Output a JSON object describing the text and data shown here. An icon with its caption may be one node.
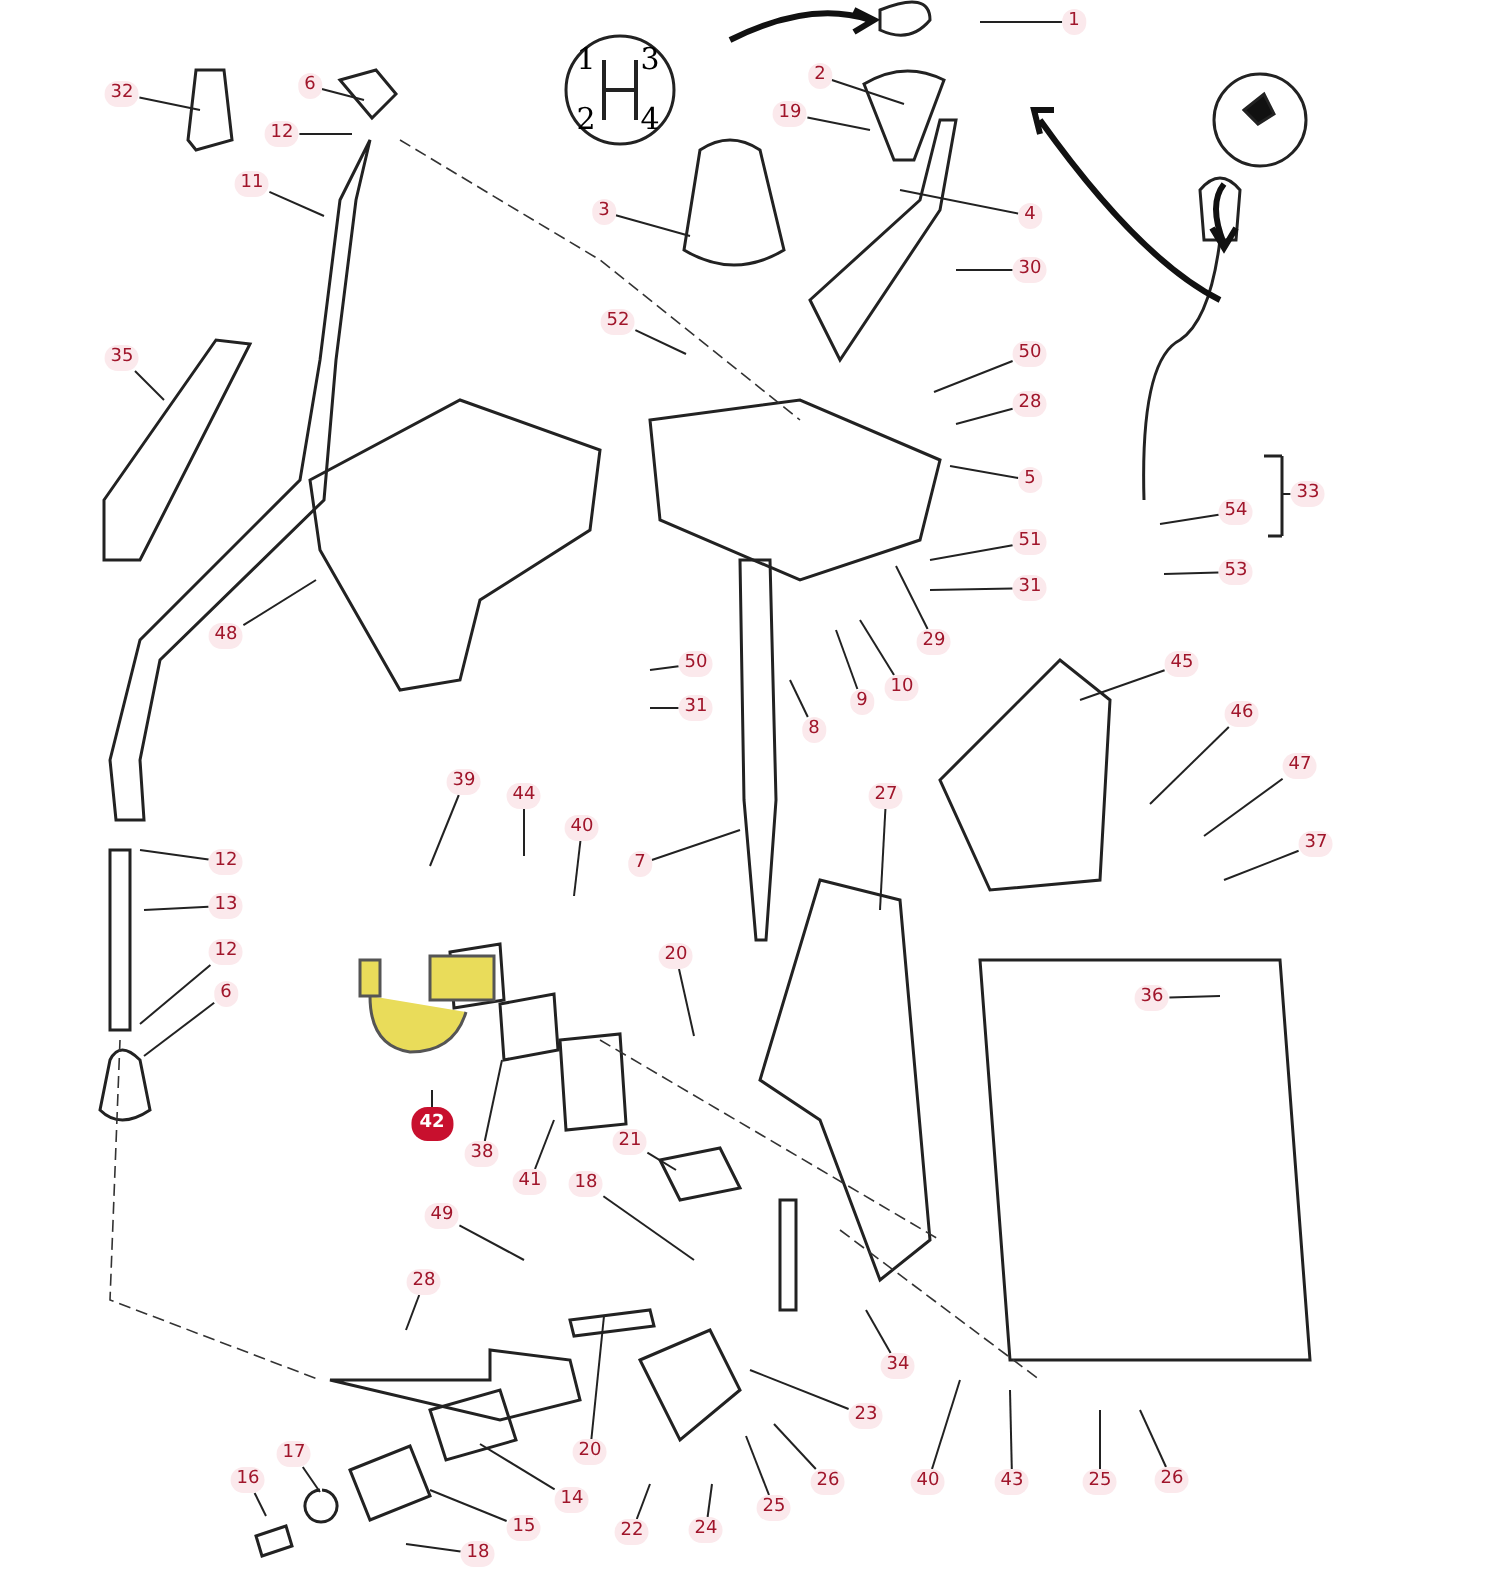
{
  "diagram": {
    "nodes": [
      {
        "text": [
          "1"
        ]
      },
      {
        "text": [
          "2"
        ]
      },
      {
        "text": [
          "19"
        ]
      },
      {
        "text": [
          "3"
        ]
      },
      {
        "text": [
          "4"
        ]
      },
      {
        "text": [
          "30"
        ]
      },
      {
        "text": [
          "52"
        ]
      },
      {
        "text": [
          "50"
        ]
      },
      {
        "text": [
          "28"
        ]
      },
      {
        "text": [
          "5"
        ]
      },
      {
        "text": [
          "51"
        ]
      },
      {
        "text": [
          "31"
        ]
      },
      {
        "text": [
          "29"
        ]
      },
      {
        "text": [
          "10"
        ]
      },
      {
        "text": [
          "9"
        ]
      },
      {
        "text": [
          "8"
        ]
      },
      {
        "text": [
          "32"
        ]
      },
      {
        "text": [
          "6"
        ]
      },
      {
        "text": [
          "12"
        ]
      },
      {
        "text": [
          "11"
        ]
      },
      {
        "text": [
          "35"
        ]
      },
      {
        "text": [
          "48"
        ]
      },
      {
        "text": [
          "50"
        ]
      },
      {
        "text": [
          "31"
        ]
      },
      {
        "text": [
          "39"
        ]
      },
      {
        "text": [
          "44"
        ]
      },
      {
        "text": [
          "40"
        ]
      },
      {
        "text": [
          "7"
        ]
      },
      {
        "text": [
          "20"
        ]
      },
      {
        "text": [
          "42"
        ]
      },
      {
        "text": [
          "38"
        ]
      },
      {
        "text": [
          "41"
        ]
      },
      {
        "text": [
          "21"
        ]
      },
      {
        "text": [
          "18"
        ]
      },
      {
        "text": [
          "49"
        ]
      },
      {
        "text": [
          "28"
        ]
      },
      {
        "text": [
          "12"
        ]
      },
      {
        "text": [
          "13"
        ]
      },
      {
        "text": [
          "12"
        ]
      },
      {
        "text": [
          "6"
        ]
      },
      {
        "text": [
          "27"
        ]
      },
      {
        "text": [
          "45"
        ]
      },
      {
        "text": [
          "46"
        ]
      },
      {
        "text": [
          "47"
        ]
      },
      {
        "text": [
          "37"
        ]
      },
      {
        "text": [
          "36"
        ]
      },
      {
        "text": [
          "34"
        ]
      },
      {
        "text": [
          "23"
        ]
      },
      {
        "text": [
          "26"
        ]
      },
      {
        "text": [
          "25"
        ]
      },
      {
        "text": [
          "40"
        ]
      },
      {
        "text": [
          "43"
        ]
      },
      {
        "text": [
          "25"
        ]
      },
      {
        "text": [
          "26"
        ]
      },
      {
        "text": [
          "14"
        ]
      },
      {
        "text": [
          "15"
        ]
      },
      {
        "text": [
          "18"
        ]
      },
      {
        "text": [
          "16"
        ]
      },
      {
        "text": [
          "17"
        ]
      },
      {
        "text": [
          "20"
        ]
      },
      {
        "text": [
          "22"
        ]
      },
      {
        "text": [
          "24"
        ]
      },
      {
        "text": [
          "33"
        ]
      },
      {
        "text": [
          "54"
        ]
      },
      {
        "text": [
          "53"
        ]
      }
    ],
    "edges": [
      {
        "from": 0,
        "to": null,
        "arrow": "none"
      },
      {
        "from": 1,
        "to": null,
        "arrow": "none"
      },
      {
        "from": 2,
        "to": null,
        "arrow": "none"
      },
      {
        "from": 3,
        "to": null,
        "arrow": "none"
      },
      {
        "from": 4,
        "to": null,
        "arrow": "none"
      },
      {
        "from": 5,
        "to": null,
        "arrow": "none"
      },
      {
        "from": 6,
        "to": null,
        "arrow": "none"
      },
      {
        "from": 7,
        "to": null,
        "arrow": "none"
      },
      {
        "from": 8,
        "to": null,
        "arrow": "none"
      },
      {
        "from": 9,
        "to": null,
        "arrow": "none"
      },
      {
        "from": 10,
        "to": null,
        "arrow": "none"
      },
      {
        "from": 11,
        "to": null,
        "arrow": "none"
      },
      {
        "from": 12,
        "to": null,
        "arrow": "none"
      },
      {
        "from": 13,
        "to": null,
        "arrow": "none"
      },
      {
        "from": 14,
        "to": null,
        "arrow": "none"
      },
      {
        "from": 15,
        "to": null,
        "arrow": "none"
      },
      {
        "from": 16,
        "to": null,
        "arrow": "none"
      },
      {
        "from": 17,
        "to": null,
        "arrow": "none"
      },
      {
        "from": 18,
        "to": null,
        "arrow": "none"
      },
      {
        "from": 19,
        "to": null,
        "arrow": "none"
      },
      {
        "from": 20,
        "to": null,
        "arrow": "none"
      },
      {
        "from": 21,
        "to": null,
        "arrow": "none"
      },
      {
        "from": 22,
        "to": null,
        "arrow": "none"
      },
      {
        "from": 23,
        "to": null,
        "arrow": "none"
      },
      {
        "from": 24,
        "to": null,
        "arrow": "none"
      },
      {
        "from": 25,
        "to": null,
        "arrow": "none"
      },
      {
        "from": 26,
        "to": null,
        "arrow": "none"
      },
      {
        "from": 27,
        "to": null,
        "arrow": "none"
      },
      {
        "from": 28,
        "to": null,
        "arrow": "none"
      },
      {
        "from": 29,
        "to": null,
        "arrow": "none"
      },
      {
        "from": 30,
        "to": null,
        "arrow": "none"
      },
      {
        "from": 31,
        "to": null,
        "arrow": "none"
      },
      {
        "from": 32,
        "to": null,
        "arrow": "none"
      },
      {
        "from": 33,
        "to": null,
        "arrow": "none"
      },
      {
        "from": 34,
        "to": null,
        "arrow": "none"
      },
      {
        "from": 35,
        "to": null,
        "arrow": "none"
      },
      {
        "from": 36,
        "to": null,
        "arrow": "none"
      },
      {
        "from": 37,
        "to": null,
        "arrow": "none"
      },
      {
        "from": 38,
        "to": null,
        "arrow": "none"
      },
      {
        "from": 39,
        "to": null,
        "arrow": "none"
      },
      {
        "from": 40,
        "to": null,
        "arrow": "none"
      },
      {
        "from": 41,
        "to": null,
        "arrow": "none"
      },
      {
        "from": 42,
        "to": null,
        "arrow": "none"
      },
      {
        "from": 43,
        "to": null,
        "arrow": "none"
      },
      {
        "from": 44,
        "to": null,
        "arrow": "none"
      },
      {
        "from": 45,
        "to": null,
        "arrow": "none"
      },
      {
        "from": 46,
        "to": null,
        "arrow": "none"
      },
      {
        "from": 47,
        "to": null,
        "arrow": "none"
      },
      {
        "from": 48,
        "to": null,
        "arrow": "none"
      },
      {
        "from": 49,
        "to": null,
        "arrow": "none"
      },
      {
        "from": 50,
        "to": null,
        "arrow": "none"
      },
      {
        "from": 51,
        "to": null,
        "arrow": "none"
      },
      {
        "from": 52,
        "to": null,
        "arrow": "none"
      },
      {
        "from": 53,
        "to": null,
        "arrow": "none"
      },
      {
        "from": 54,
        "to": null,
        "arrow": "none"
      },
      {
        "from": 55,
        "to": null,
        "arrow": "none"
      },
      {
        "from": 56,
        "to": null,
        "arrow": "none"
      },
      {
        "from": 57,
        "to": null,
        "arrow": "none"
      },
      {
        "from": 58,
        "to": null,
        "arrow": "none"
      },
      {
        "from": 59,
        "to": null,
        "arrow": "none"
      },
      {
        "from": 60,
        "to": null,
        "arrow": "none"
      },
      {
        "from": 61,
        "to": null,
        "arrow": "none"
      },
      {
        "from": 62,
        "to": null,
        "arrow": "none"
      },
      {
        "from": 63,
        "to": null,
        "arrow": "none"
      },
      {
        "from": 64,
        "to": null,
        "arrow": "none"
      }
    ],
    "labels": [
      "1",
      "3",
      "2",
      "4"
    ]
  }
}
